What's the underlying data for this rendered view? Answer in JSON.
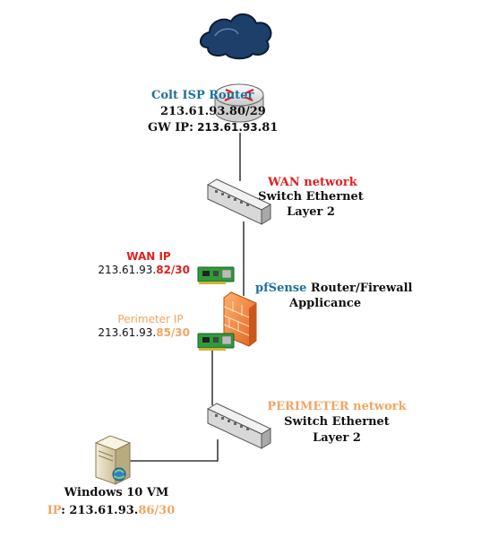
{
  "colors": {
    "red": "#e02020",
    "orange": "#f4a460",
    "blue": "#1f6f9e",
    "text": "#111111",
    "line": "#111111"
  },
  "cloud": {
    "icon": "cloud-icon"
  },
  "router": {
    "icon": "router-icon",
    "title": "Colt ISP Router",
    "subnet": "213.61.93.80/29",
    "gw_label": "GW IP",
    "gw_prefix": ": 213.61.93.",
    "gw_suffix": "81"
  },
  "wan_switch": {
    "icon": "switch-icon",
    "title": "WAN network",
    "line1": "Switch Ethernet",
    "line2": "Layer 2"
  },
  "wan_nic": {
    "icon": "nic-icon",
    "label": "WAN IP",
    "ip_prefix": "213.61.93.",
    "ip_suffix": "82/30"
  },
  "firewall": {
    "icon": "firewall-icon",
    "brand": "pfSense",
    "rest": " Router/Firewall",
    "line2": "Applicance"
  },
  "perimeter_nic": {
    "icon": "nic-icon",
    "label": "Perimeter IP",
    "ip_prefix": "213.61.93.",
    "ip_suffix": "85/30"
  },
  "perimeter_switch": {
    "icon": "switch-icon",
    "title": "PERIMETER network",
    "line1": "Switch Ethernet",
    "line2": "Layer 2"
  },
  "server": {
    "icon": "server-icon",
    "title": "Windows 10 VM",
    "ip_label": "IP",
    "ip_mid": ": 213.61.93.",
    "ip_suffix": "86/30"
  }
}
